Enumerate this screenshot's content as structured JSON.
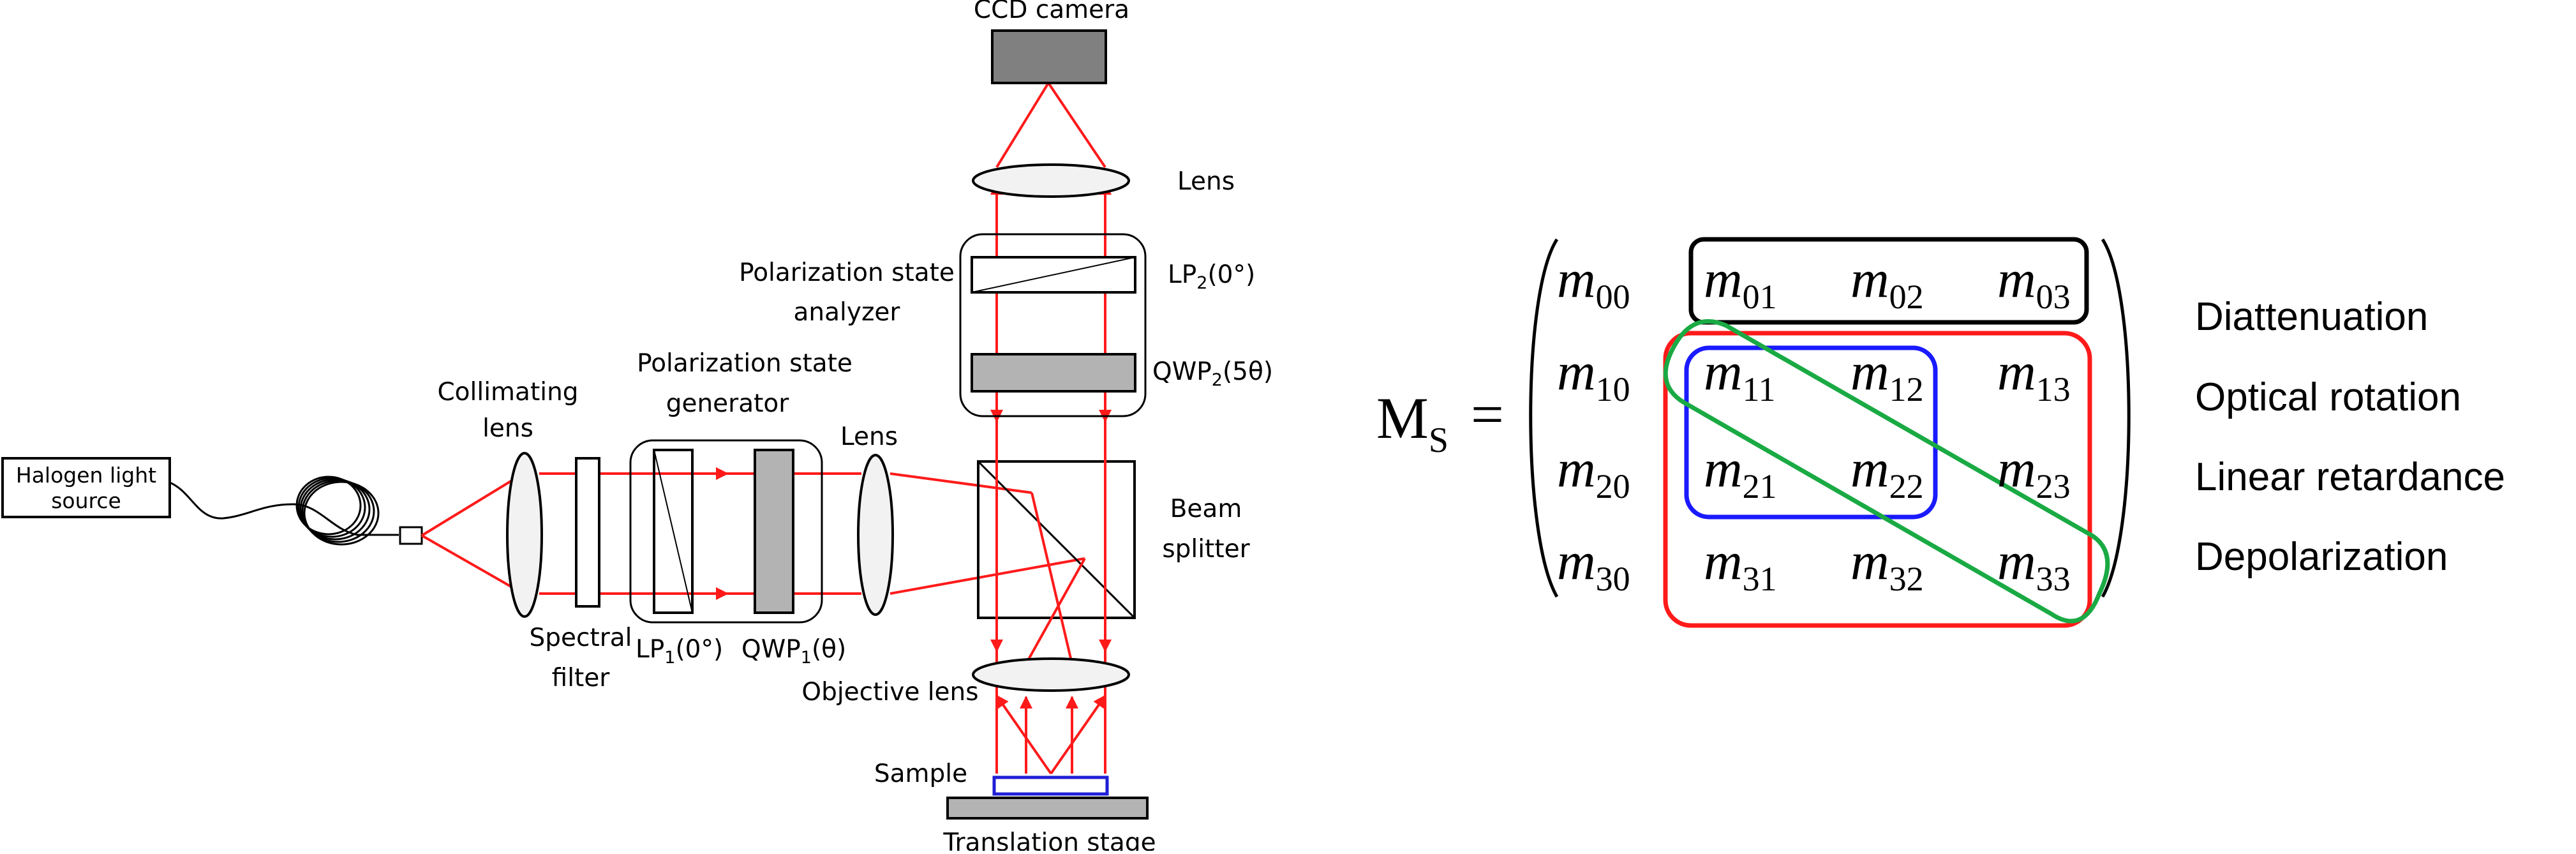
{
  "diagram": {
    "components": {
      "light_source": "Halogen light\nsource",
      "collimating_lens": "Collimating\nlens",
      "spectral_filter": "Spectral\nfilter",
      "psg": "Polarization state\ngenerator",
      "lp1": "LP",
      "lp1_sub": "1",
      "lp1_angle": "(0°)",
      "qwp1": "QWP",
      "qwp1_sub": "1",
      "qwp1_angle": "(θ)",
      "lens_mid": "Lens",
      "beam_splitter": "Beam\nsplitter",
      "objective_lens": "Objective lens",
      "sample": "Sample",
      "translation_stage": "Translation stage",
      "psa": "Polarization state\nanalyzer",
      "lp2": "LP",
      "lp2_sub": "2",
      "lp2_angle": "(0°)",
      "qwp2": "QWP",
      "qwp2_sub": "2",
      "qwp2_angle": "(5θ)",
      "lens_top": "Lens",
      "ccd": "CCD camera"
    },
    "colors": {
      "beam": "#ff1a1a",
      "sample": "#1f1fd6",
      "gray": "#808080",
      "light_gray": "#b3b3b3"
    }
  },
  "matrix": {
    "lhs": "M",
    "lhs_sub": "S",
    "equals": "=",
    "element_symbol": "m",
    "rows": [
      [
        "00",
        "01",
        "02",
        "03"
      ],
      [
        "10",
        "11",
        "12",
        "13"
      ],
      [
        "20",
        "21",
        "22",
        "23"
      ],
      [
        "30",
        "31",
        "32",
        "33"
      ]
    ],
    "legend": [
      {
        "label": "Diattenuation",
        "color": "#000000"
      },
      {
        "label": "Optical rotation",
        "color": "#1a1aff"
      },
      {
        "label": "Linear retardance",
        "color": "#ff1a1a"
      },
      {
        "label": "Depolarization",
        "color": "#1aaa44"
      }
    ]
  }
}
